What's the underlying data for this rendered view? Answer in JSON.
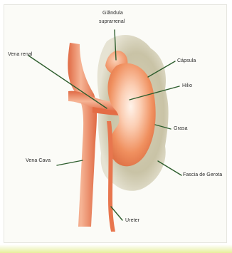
{
  "labels": {
    "glandula_line1": "Glândula",
    "glandula_line2": "suprarrenal",
    "vena_renal": "Vena renal",
    "capsula": "Cápsula",
    "hilio": "Hilio",
    "grasa": "Grasa",
    "vena_cava": "Vena Cava",
    "fascia_gerota": "Fascia de Gerota",
    "ureter": "Ureter"
  },
  "colors": {
    "kidney": "#f08a5d",
    "kidney_highlight": "#fde2d3",
    "vessel": "#e8764e",
    "fat": "#c8c2a6",
    "leader_line": "#2e5e2e"
  }
}
